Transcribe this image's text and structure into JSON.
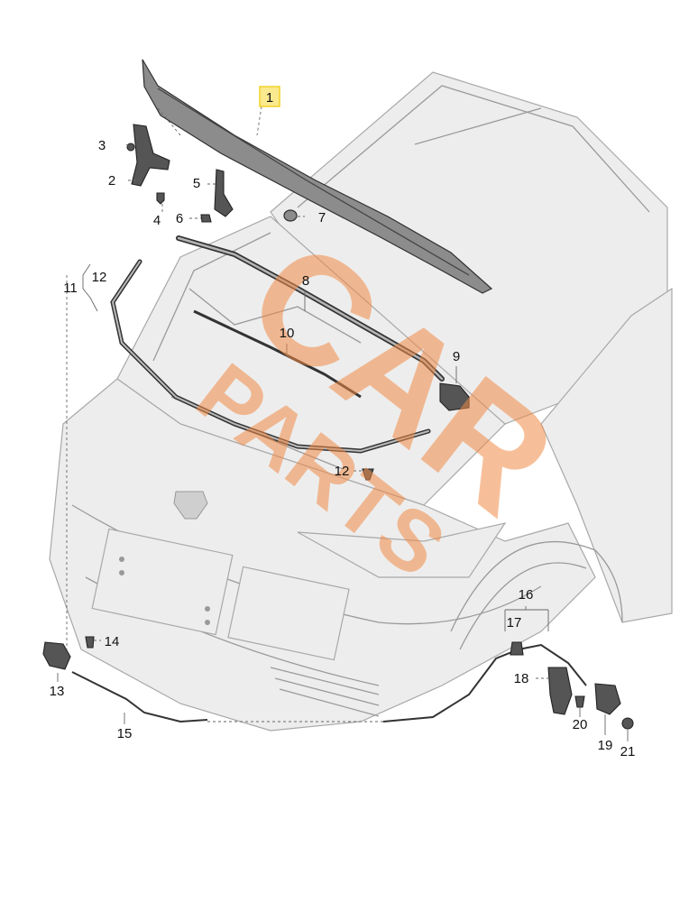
{
  "diagram": {
    "watermark": {
      "line1": "CAR",
      "line2": "PARTS"
    },
    "callouts": [
      {
        "id": "1",
        "label": "1",
        "highlighted": true
      },
      {
        "id": "2",
        "label": "2"
      },
      {
        "id": "3",
        "label": "3"
      },
      {
        "id": "4",
        "label": "4"
      },
      {
        "id": "5",
        "label": "5"
      },
      {
        "id": "6",
        "label": "6"
      },
      {
        "id": "7",
        "label": "7"
      },
      {
        "id": "8",
        "label": "8"
      },
      {
        "id": "9",
        "label": "9"
      },
      {
        "id": "10",
        "label": "10"
      },
      {
        "id": "11",
        "label": "11"
      },
      {
        "id": "12a",
        "label": "12"
      },
      {
        "id": "12b",
        "label": "12"
      },
      {
        "id": "13",
        "label": "13"
      },
      {
        "id": "14",
        "label": "14"
      },
      {
        "id": "15",
        "label": "15"
      },
      {
        "id": "16",
        "label": "16"
      },
      {
        "id": "17",
        "label": "17"
      },
      {
        "id": "18",
        "label": "18"
      },
      {
        "id": "19",
        "label": "19"
      },
      {
        "id": "20",
        "label": "20"
      },
      {
        "id": "21",
        "label": "21"
      }
    ],
    "highlight_color": "#f2d22a",
    "watermark_color": "#f08a45"
  }
}
